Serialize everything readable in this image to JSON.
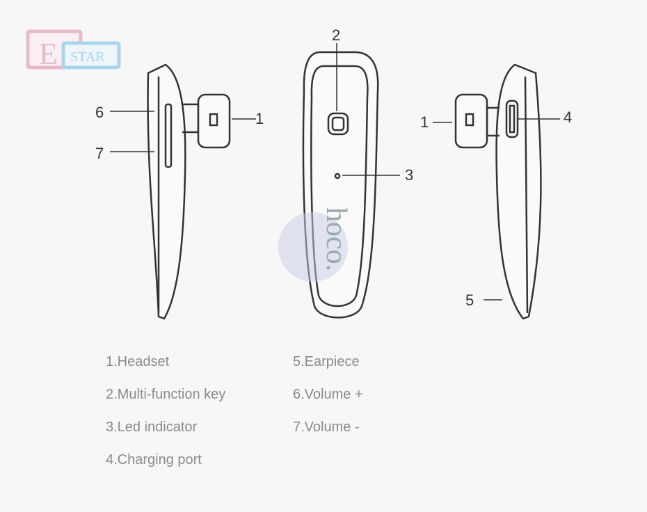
{
  "logo": {
    "big": "E",
    "small": "STAR"
  },
  "watermark": "hoco.",
  "callouts": {
    "c1a": "1",
    "c1b": "1",
    "c2": "2",
    "c3": "3",
    "c4": "4",
    "c5": "5",
    "c6": "6",
    "c7": "7"
  },
  "legend": {
    "col1": [
      "1.Headset",
      "2.Multi-function key",
      "3.Led indicator",
      "4.Charging port"
    ],
    "col2": [
      "5.Earpiece",
      "6.Volume +",
      "7.Volume -"
    ]
  }
}
